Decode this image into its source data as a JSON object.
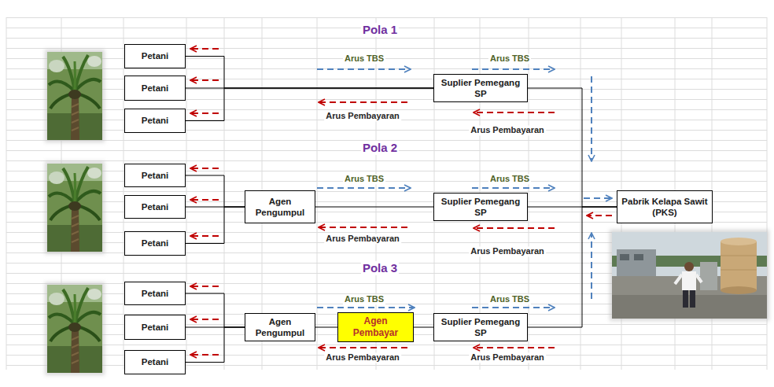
{
  "diagram": {
    "nodes": [
      {
        "text": [
          "Petani"
        ]
      },
      {
        "text": [
          "Petani"
        ]
      },
      {
        "text": [
          "Petani"
        ]
      },
      {
        "text": [
          "Suplier Pemegang SP"
        ]
      },
      {
        "text": [
          "Petani"
        ]
      },
      {
        "text": [
          "Petani"
        ]
      },
      {
        "text": [
          "Petani"
        ]
      },
      {
        "text": [
          "Agen Pengumpul"
        ]
      },
      {
        "text": [
          "Suplier Pemegang SP"
        ]
      },
      {
        "text": [
          "Pabrik Kelapa Sawit (PKS)"
        ]
      },
      {
        "text": [
          "Petani"
        ]
      },
      {
        "text": [
          "Petani"
        ]
      },
      {
        "text": [
          "Petani"
        ]
      },
      {
        "text": [
          "Agen Pengumpul"
        ]
      },
      {
        "text": [
          "Agen Pembayar"
        ]
      },
      {
        "text": [
          "Suplier Pemegang SP"
        ]
      }
    ],
    "edges": [
      {
        "from": 0,
        "to": 3,
        "arrow": "none"
      },
      {
        "from": 1,
        "to": 3,
        "arrow": "none"
      },
      {
        "from": 2,
        "to": 3,
        "arrow": "none"
      },
      {
        "from": 4,
        "to": 7,
        "arrow": "none"
      },
      {
        "from": 5,
        "to": 7,
        "arrow": "none"
      },
      {
        "from": 6,
        "to": 7,
        "arrow": "none"
      },
      {
        "from": 7,
        "to": 8,
        "arrow": "none"
      },
      {
        "from": 3,
        "to": 9,
        "arrow": "none"
      },
      {
        "from": 8,
        "to": 9,
        "arrow": "none"
      },
      {
        "from": 15,
        "to": 9,
        "arrow": "none"
      },
      {
        "from": 10,
        "to": 13,
        "arrow": "none"
      },
      {
        "from": 11,
        "to": 13,
        "arrow": "none"
      },
      {
        "from": 12,
        "to": 13,
        "arrow": "none"
      },
      {
        "from": 13,
        "to": 14,
        "arrow": "none"
      },
      {
        "from": 14,
        "to": 15,
        "arrow": "none"
      }
    ],
    "labels": [
      "Pola 1",
      "Arus TBS",
      "Arus TBS",
      "Arus Pembayaran",
      "Arus Pembayaran",
      "Pola 2",
      "Arus TBS",
      "Arus TBS",
      "Arus Pembayaran",
      "Arus Pembayaran",
      "Pola 3",
      "Arus TBS",
      "Arus TBS",
      "Arus Pembayaran",
      "Arus Pembayaran"
    ]
  }
}
